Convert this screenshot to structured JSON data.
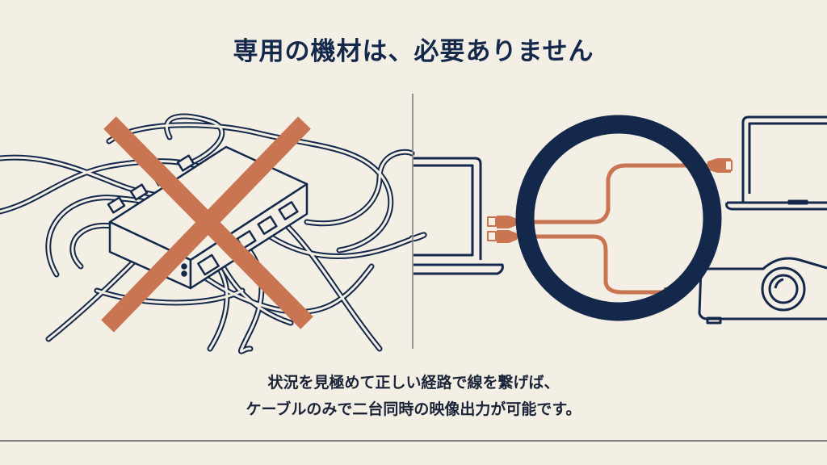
{
  "slide": {
    "title": "専用の機材は、必要ありません",
    "caption": {
      "line1": "状況を見極めて正しい経路で線を繋げば、",
      "line2": "ケーブルのみで二台同時の映像出力が可能です。"
    }
  },
  "illustration": {
    "left_panel": {
      "subject": "tangled-cables-with-hub",
      "mark": "x-mark",
      "meaning": "not needed"
    },
    "right_panel": {
      "subject": "splitter-cable-laptop-to-monitor-and-projector",
      "mark": "circle-mark",
      "meaning": "correct"
    }
  },
  "colors": {
    "background": "#f3efe5",
    "navy": "#13284a",
    "accent_orange": "#c97552",
    "divider": "#8a8c8e"
  }
}
